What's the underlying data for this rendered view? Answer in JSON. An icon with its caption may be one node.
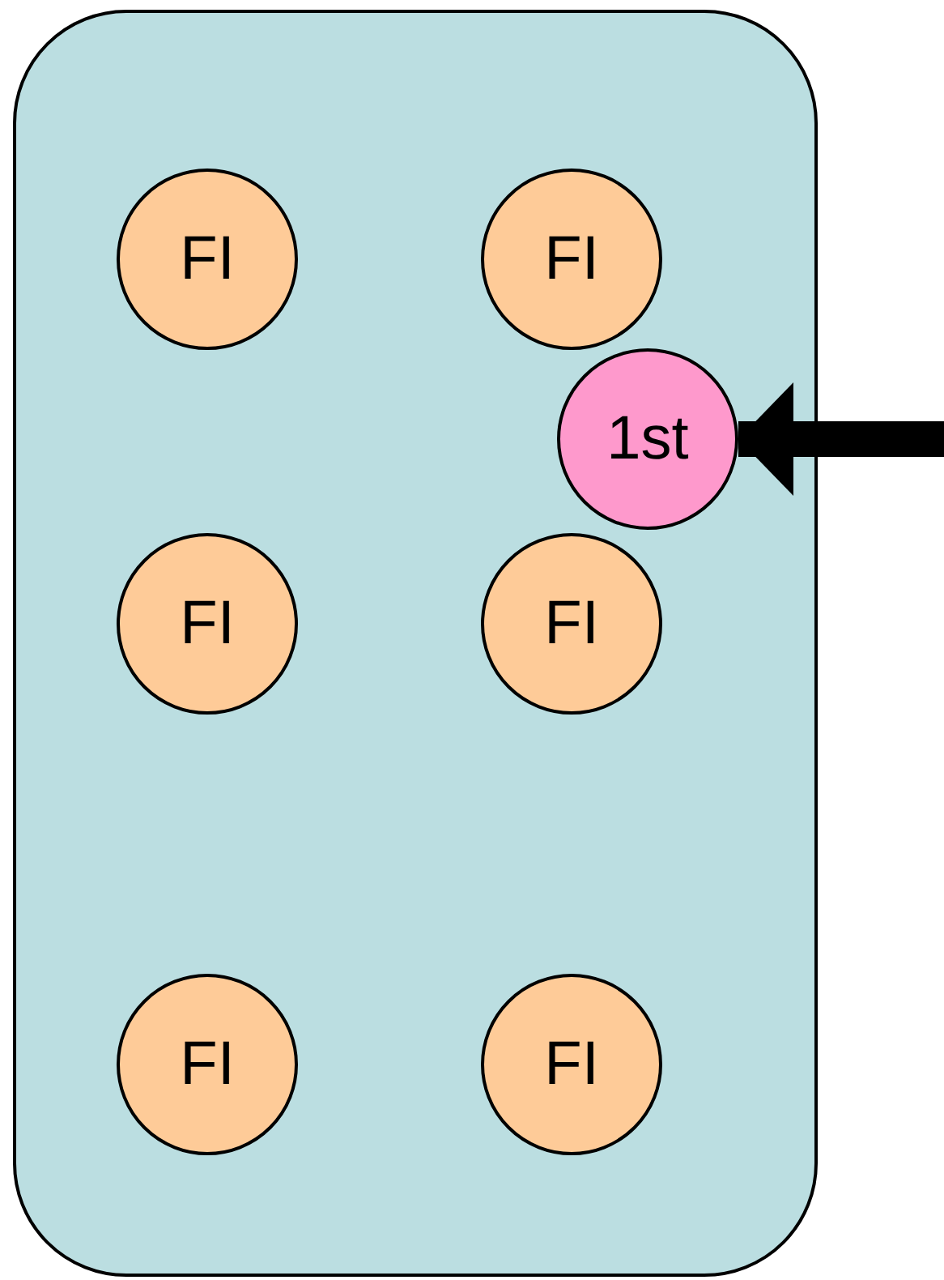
{
  "diagram": {
    "nodes": [
      {
        "text": [],
        "shape": "box"
      },
      {
        "text": [
          "FI"
        ],
        "in": 0
      },
      {
        "text": [
          "FI"
        ],
        "in": 0
      },
      {
        "text": [
          "1st"
        ],
        "in": 0
      },
      {
        "text": [
          "FI"
        ],
        "in": 0
      },
      {
        "text": [
          "FI"
        ],
        "in": 0
      },
      {
        "text": [
          "FI"
        ],
        "in": 0
      },
      {
        "text": [
          "FI"
        ],
        "in": 0
      }
    ],
    "edges": [
      {
        "from": null,
        "to": 3,
        "arrow": "to"
      }
    ]
  }
}
